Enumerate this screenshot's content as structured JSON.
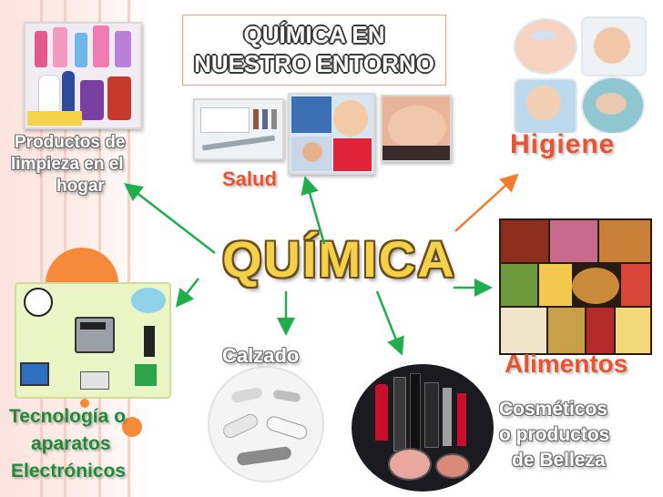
{
  "title": {
    "line1": "QUÍMICA EN",
    "line2": "NUESTRO ENTORNO"
  },
  "center": {
    "label": "QUÍMICA"
  },
  "nodes": {
    "limpieza": {
      "line1": "Productos de",
      "line2": "limpieza en el",
      "line3": "hogar"
    },
    "salud": {
      "label": "Salud"
    },
    "higiene": {
      "label": "Higiene"
    },
    "alimentos": {
      "label": "Alimentos"
    },
    "calzado": {
      "label": "Calzado"
    },
    "cosmeticos": {
      "line1": "Cosméticos",
      "line2": "o productos",
      "line3": "de Belleza"
    },
    "tecnologia": {
      "line1": "Tecnología o",
      "line2": "aparatos",
      "line3": "Electrónicos"
    }
  },
  "colors": {
    "arrow_green": "#1fae4b",
    "arrow_orange": "#f07c2c",
    "label_red": "#e8542f",
    "label_blue": "#2f5fb0",
    "label_green": "#1f8a3a",
    "title_yellow": "#f3d24a",
    "band_pink": "#fbe3de",
    "circle_orange": "#f58a3a"
  }
}
